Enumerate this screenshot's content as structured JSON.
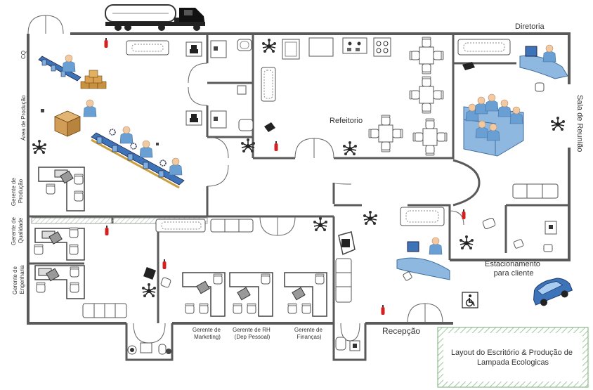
{
  "rooms": {
    "directoria": "Diretoria",
    "sala_reuniao": "Sala de Reunião",
    "refeitorio": "Refeitorio",
    "cq": "CQ",
    "area_producao": "Área de Produção",
    "gerente_producao": "Gerente de Produção",
    "gerente_qualidade": "Gerente de Qualidade",
    "gerente_engenharia": "Gerente de Engenharia",
    "gerente_marketing": "Gerente de Marketing)",
    "gerente_rh": "Gerente de RH (Dep Pessoal)",
    "gerente_financas": "Gerente de Finanças)",
    "recepcao": "Recepção",
    "estacionamento": "Estacionamento para cliente"
  },
  "legend": {
    "title": "Layout do Escritório & Produção de Lampada Ecologicas"
  },
  "icons": {
    "truck": "truck-icon",
    "car": "car-icon",
    "accessibility": "wheelchair-icon",
    "extinguisher": "fire-extinguisher-icon",
    "plant": "plant-icon",
    "boxes": "boxes-icon"
  },
  "colors": {
    "wall": "#5a5a5a",
    "person": "#6a9fd4",
    "conveyor": "#3d73b8",
    "extinguisher": "#d42020",
    "legend_border": "#8fbf8f"
  }
}
